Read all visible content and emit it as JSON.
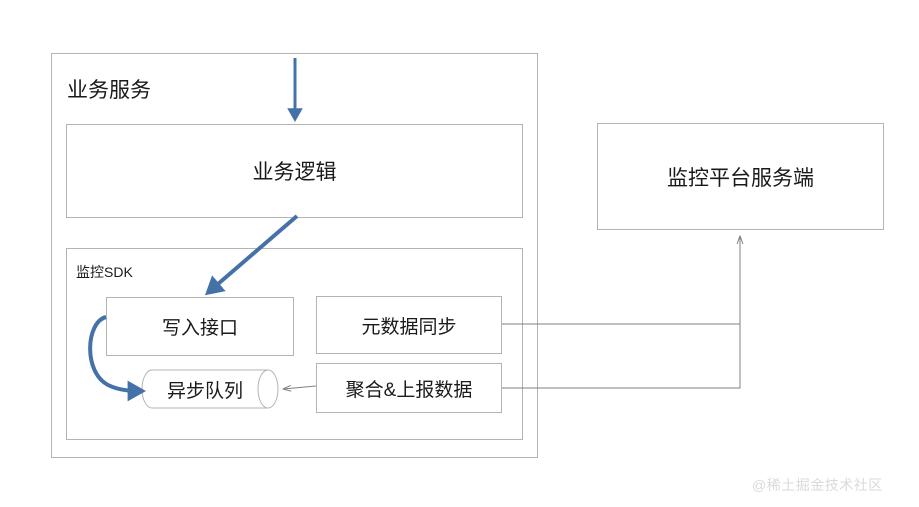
{
  "diagram": {
    "title_hidden": "",
    "outer_container": {
      "label": "业务服务"
    },
    "business_logic": {
      "label": "业务逻辑"
    },
    "sdk_container": {
      "label": "监控SDK"
    },
    "write_interface": {
      "label": "写入接口"
    },
    "async_queue": {
      "label": "异步队列"
    },
    "metadata_sync": {
      "label": "元数据同步"
    },
    "aggregate_report": {
      "label": "聚合&上报数据"
    },
    "monitor_server": {
      "label": "监控平台服务端"
    },
    "watermark": {
      "text": "@稀土掘金技术社区"
    },
    "colors": {
      "box_border": "#b3b3b3",
      "box_fill": "#ffffff",
      "blue_arrow": "#4472a8",
      "gray_arrow": "#808080",
      "text": "#1a1a1a",
      "watermark": "#d8dadd",
      "background": "#ffffff"
    },
    "connectors": [
      {
        "name": "external-input-to-business-logic",
        "style": "blue-straight-down"
      },
      {
        "name": "business-logic-to-write-interface",
        "style": "blue-diagonal-down-left"
      },
      {
        "name": "write-interface-to-async-queue",
        "style": "blue-curved-left-down"
      },
      {
        "name": "aggregate-report-to-async-queue",
        "style": "gray-straight-left"
      },
      {
        "name": "metadata-sync-to-monitor-server",
        "style": "gray-orthogonal-up"
      },
      {
        "name": "aggregate-report-to-monitor-server",
        "style": "gray-orthogonal-up"
      }
    ]
  }
}
